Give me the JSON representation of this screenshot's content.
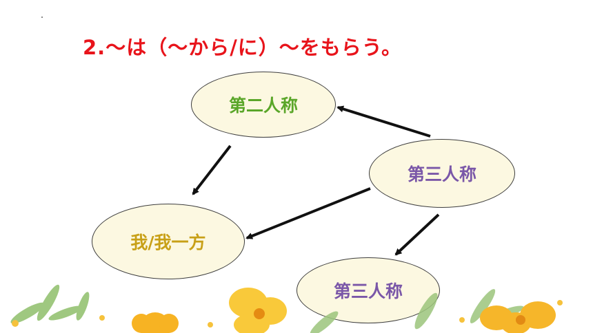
{
  "title": {
    "text": "2.～は（～から/に）～をもらう。",
    "color": "#e8141b"
  },
  "nodes": [
    {
      "id": "second-person",
      "label": "第二人称",
      "color": "#5aa629"
    },
    {
      "id": "third-person-a",
      "label": "第三人称",
      "color": "#7a57a8"
    },
    {
      "id": "first-person",
      "label": "我/我一方",
      "color": "#c8a017"
    },
    {
      "id": "third-person-b",
      "label": "第三人称",
      "color": "#7a57a8"
    }
  ],
  "colors": {
    "node_fill": "#fcf8e1",
    "node_border": "#3c3c3c",
    "arrow": "#111111"
  },
  "decoration": "yellow flowers and green leaves along bottom edge"
}
